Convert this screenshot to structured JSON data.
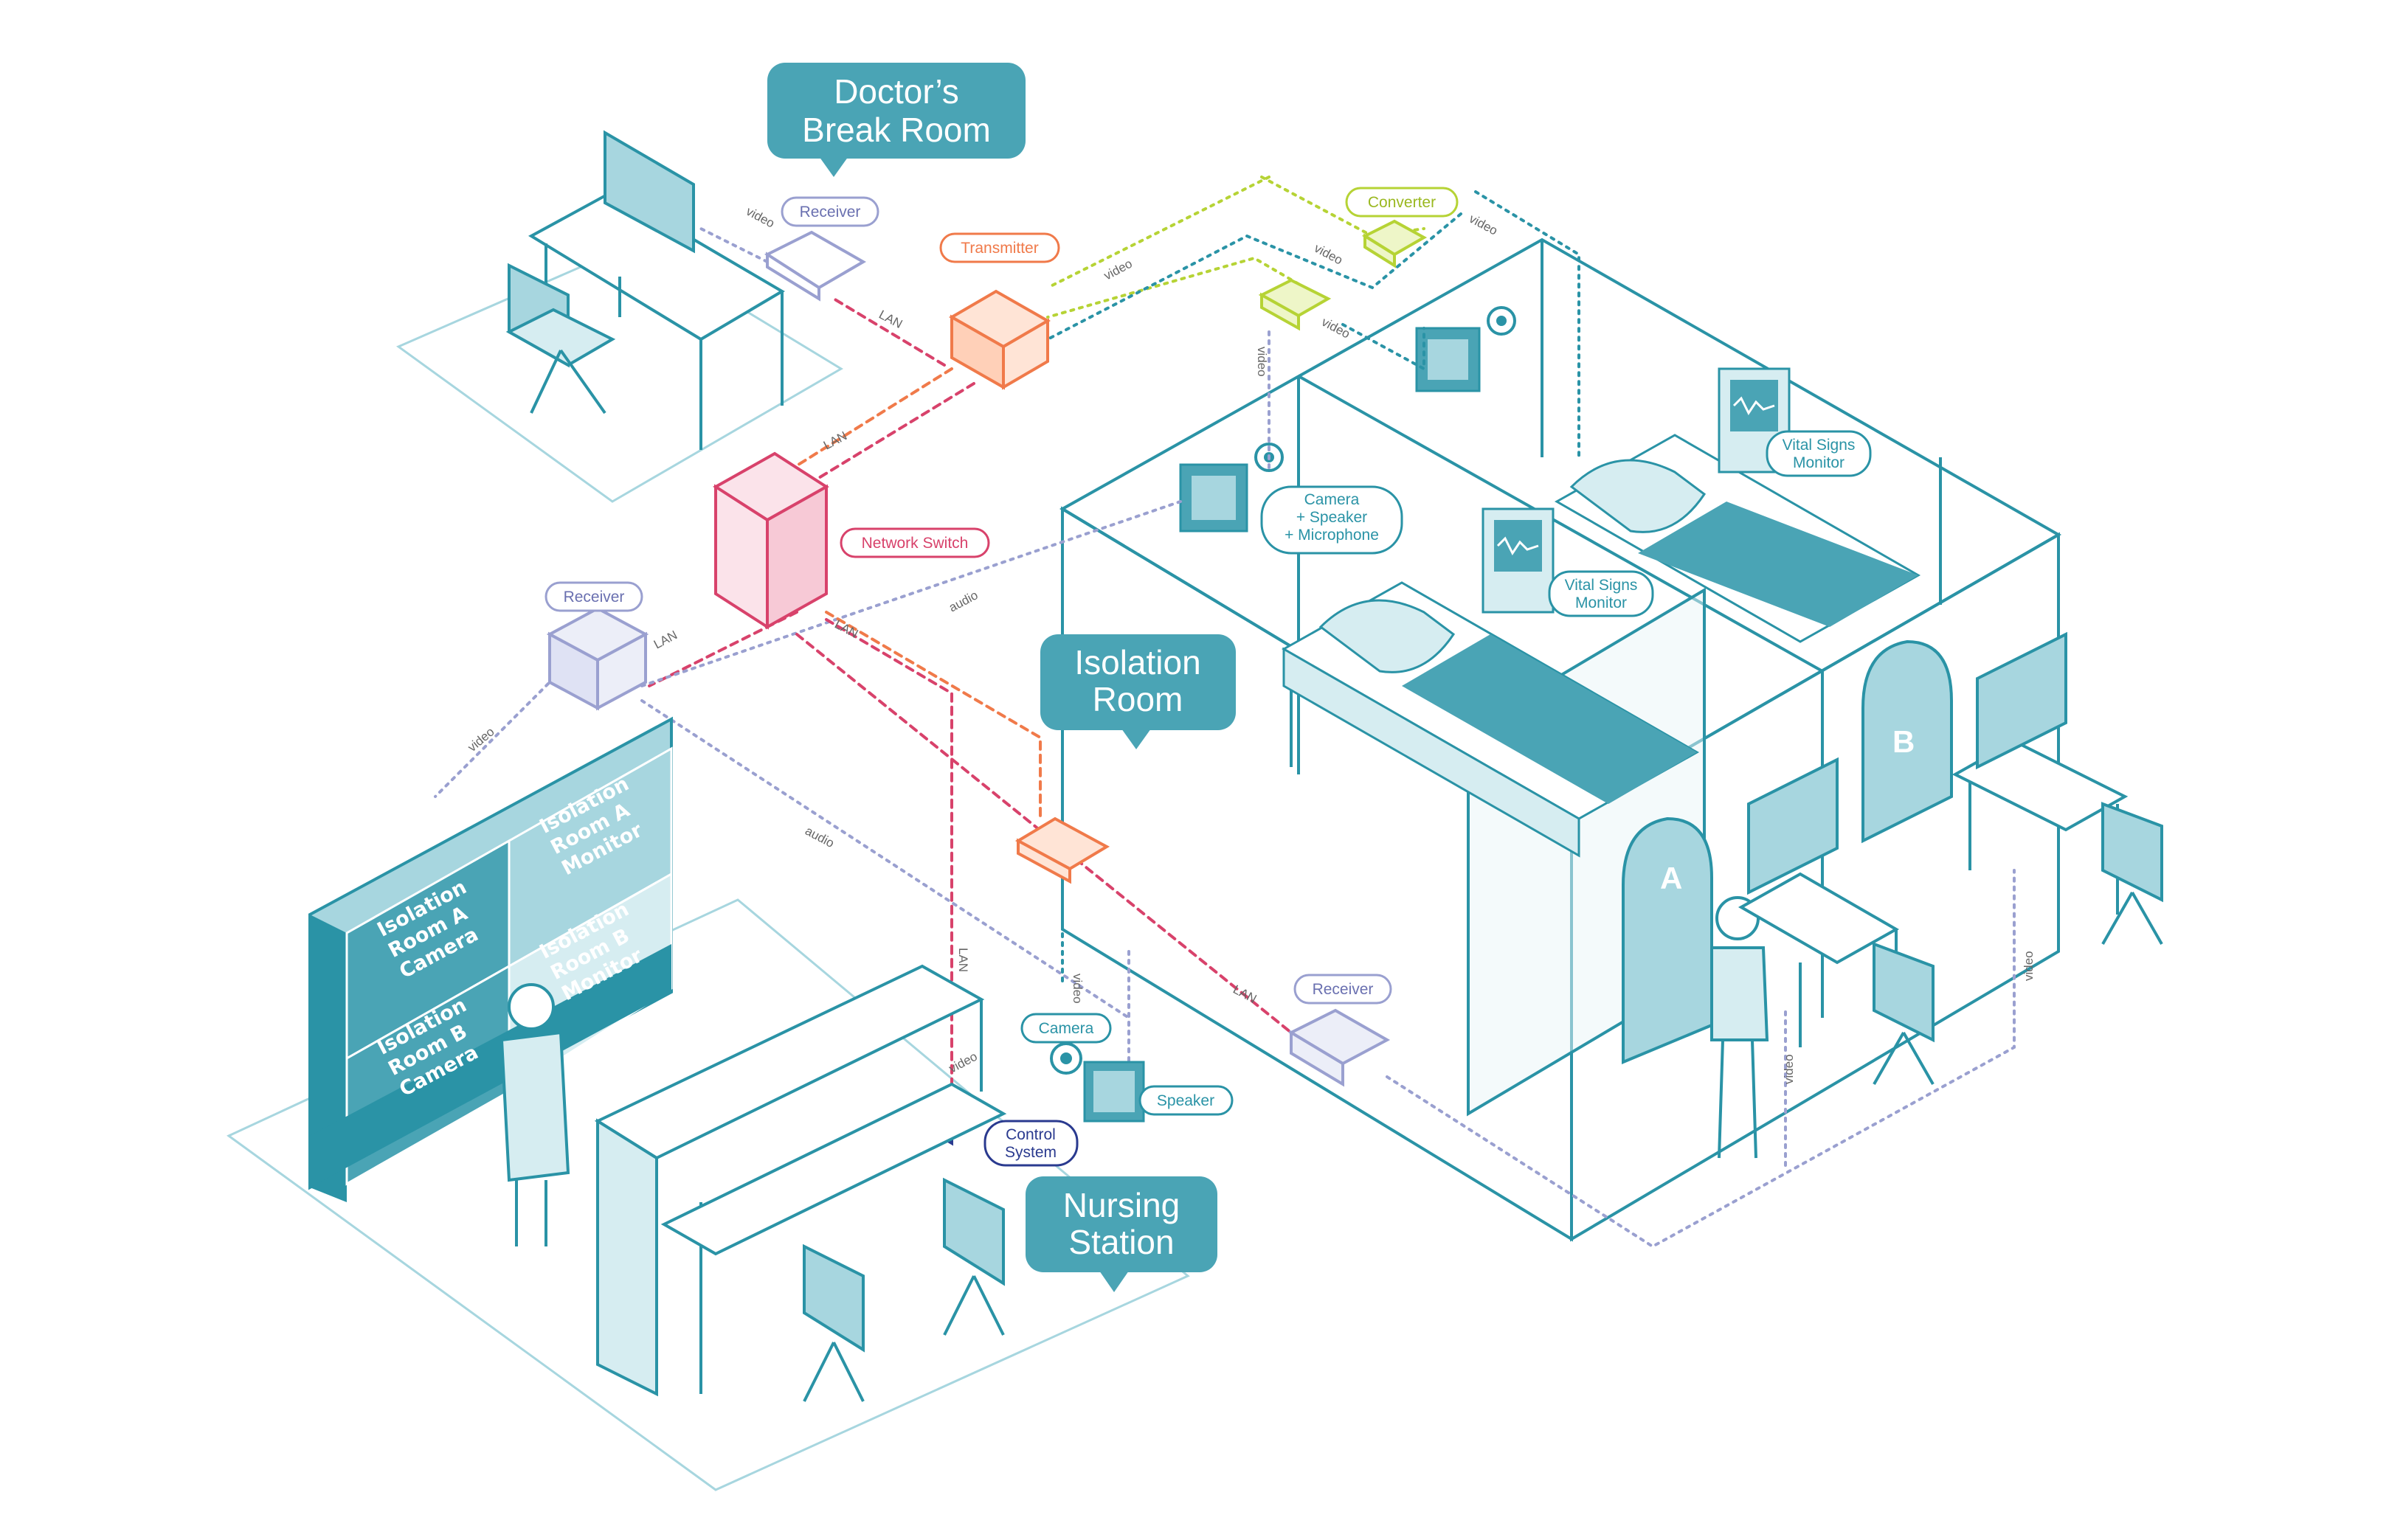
{
  "colors": {
    "teal": "#2a93a6",
    "teal_fill": "#4aa4b5",
    "teal_light": "#d6edf1",
    "teal_mid": "#a7d6df",
    "orange": "#f07a4a",
    "pink": "#d8426b",
    "lime": "#b6d335",
    "lavender": "#9aa0d0",
    "navy": "#2a3a8f",
    "wire_label": "#666666"
  },
  "rooms": {
    "break_room": {
      "line1": "Doctor’s",
      "line2": "Break Room"
    },
    "isolation_room": {
      "line1": "Isolation",
      "line2": "Room"
    },
    "nursing_station": {
      "line1": "Nursing",
      "line2": "Station"
    }
  },
  "devices": {
    "receiver_top": "Receiver",
    "transmitter": "Transmitter",
    "converter": "Converter",
    "network_switch": "Network Switch",
    "receiver_left": "Receiver",
    "camera_speaker_mic": {
      "line1": "Camera",
      "line2": "+ Speaker",
      "line3": "+ Microphone"
    },
    "vital_signs_1": {
      "line1": "Vital Signs",
      "line2": "Monitor"
    },
    "vital_signs_2": {
      "line1": "Vital Signs",
      "line2": "Monitor"
    },
    "camera": "Camera",
    "speaker": "Speaker",
    "control_system": {
      "line1": "Control",
      "line2": "System"
    },
    "receiver_right": "Receiver"
  },
  "video_wall": {
    "room_a_camera": [
      "Isolation",
      "Room A",
      "Camera"
    ],
    "room_a_monitor": [
      "Isolation",
      "Room A",
      "Monitor"
    ],
    "room_b_camera": [
      "Isolation",
      "Room B",
      "Camera"
    ],
    "room_b_monitor": [
      "Isolation",
      "Room B",
      "Monitor"
    ]
  },
  "doors": {
    "a": "A",
    "b": "B"
  },
  "connection_labels": {
    "video": "video",
    "lan": "LAN",
    "audio": "audio"
  }
}
